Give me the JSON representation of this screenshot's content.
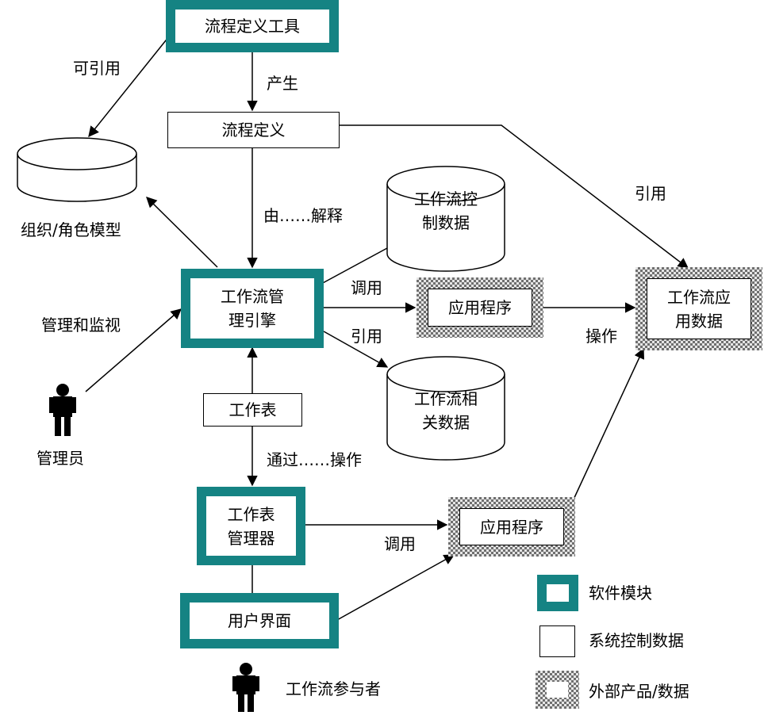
{
  "nodes": {
    "tool": "流程定义工具",
    "def": "流程定义",
    "engine_1": "工作流管",
    "engine_2": "理引擎",
    "app1": "应用程序",
    "appdata_1": "工作流应",
    "appdata_2": "用数据",
    "worklist": "工作表",
    "wlm_1": "工作表",
    "wlm_2": "管理器",
    "app2": "应用程序",
    "ui": "用户界面",
    "org": "组织/角色模型",
    "ctrl_1": "工作流控",
    "ctrl_2": "制数据",
    "rel_1": "工作流相",
    "rel_2": "关数据",
    "admin": "管理员",
    "participant": "工作流参与者"
  },
  "edge_labels": {
    "can_ref": "可引用",
    "produce": "产生",
    "ref_top": "引用",
    "interpret": "由……解释",
    "monitor": "管理和监视",
    "invoke1": "调用",
    "ref_mid": "引用",
    "operate_right": "操作",
    "operate_via": "通过……操作",
    "invoke2": "调用"
  },
  "legend": {
    "module": "软件模块",
    "control": "系统控制数据",
    "external": "外部产品/数据"
  },
  "colors": {
    "module_border": "#158383",
    "line": "#000000"
  }
}
